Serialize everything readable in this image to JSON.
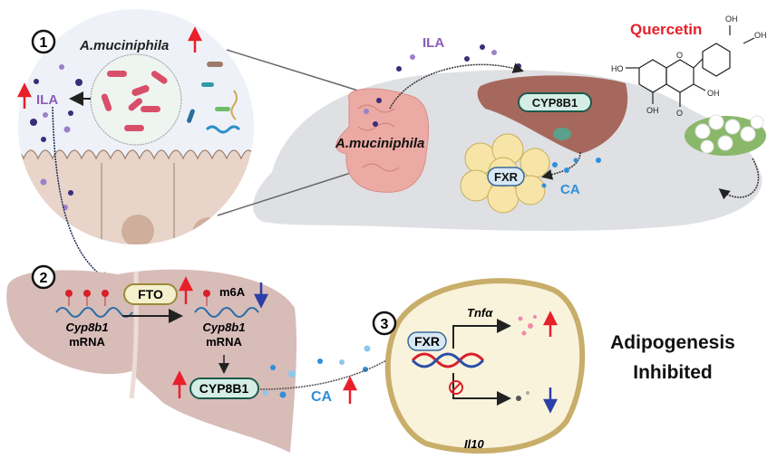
{
  "panel1": {
    "number": "1",
    "bacteria_label": "A.muciniphila",
    "metabolite_label": "ILA"
  },
  "mouse": {
    "ila_label": "ILA",
    "intestine_label": "A.muciniphila",
    "liver_enzyme": "CYP8B1",
    "fat_receptor": "FXR",
    "bile_acid": "CA"
  },
  "compound": {
    "name": "Quercetin",
    "atoms": [
      "OH",
      "OH",
      "HO",
      "O",
      "OH",
      "OH",
      "O"
    ]
  },
  "panel2": {
    "number": "2",
    "mrna_before": {
      "gene": "Cyp8b1",
      "type": "mRNA"
    },
    "fto_label": "FTO",
    "modification": "m6A",
    "mrna_after": {
      "gene": "Cyp8b1",
      "type": "mRNA"
    },
    "enzyme_label": "CYP8B1",
    "bile_acid": "CA"
  },
  "panel3": {
    "number": "3",
    "receptor": "FXR",
    "gene_up": "Tnfα",
    "gene_down": "Il10"
  },
  "outcome": {
    "line1": "Adipogenesis",
    "line2": "Inhibited"
  },
  "colors": {
    "up_arrow": "#e8202a",
    "down_arrow": "#2b3fa8",
    "ila": "#8a5cb8",
    "ca": "#2f8fd8",
    "quercetin": "#e8202a"
  }
}
